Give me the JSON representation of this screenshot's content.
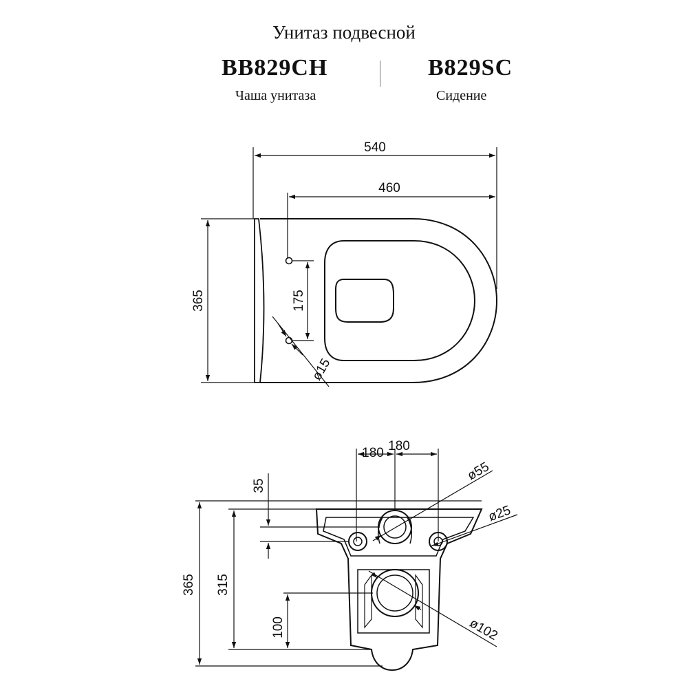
{
  "header": {
    "title": "Унитаз подвесной",
    "bowl_model": "BB829CH",
    "seat_model": "B829SC",
    "bowl_label": "Чаша унитаза",
    "seat_label": "Сидение"
  },
  "top_view": {
    "overall_length": "540",
    "bowl_length": "460",
    "width": "365",
    "hole_spacing": "175",
    "hole_diameter": "ø15"
  },
  "rear_view": {
    "half_span_left": "180",
    "half_span_right": "180",
    "top_offset": "35",
    "height": "365",
    "inner_height": "315",
    "drain_height": "100",
    "inlet_diameter": "ø55",
    "bolt_diameter": "ø25",
    "drain_diameter": "ø102"
  }
}
